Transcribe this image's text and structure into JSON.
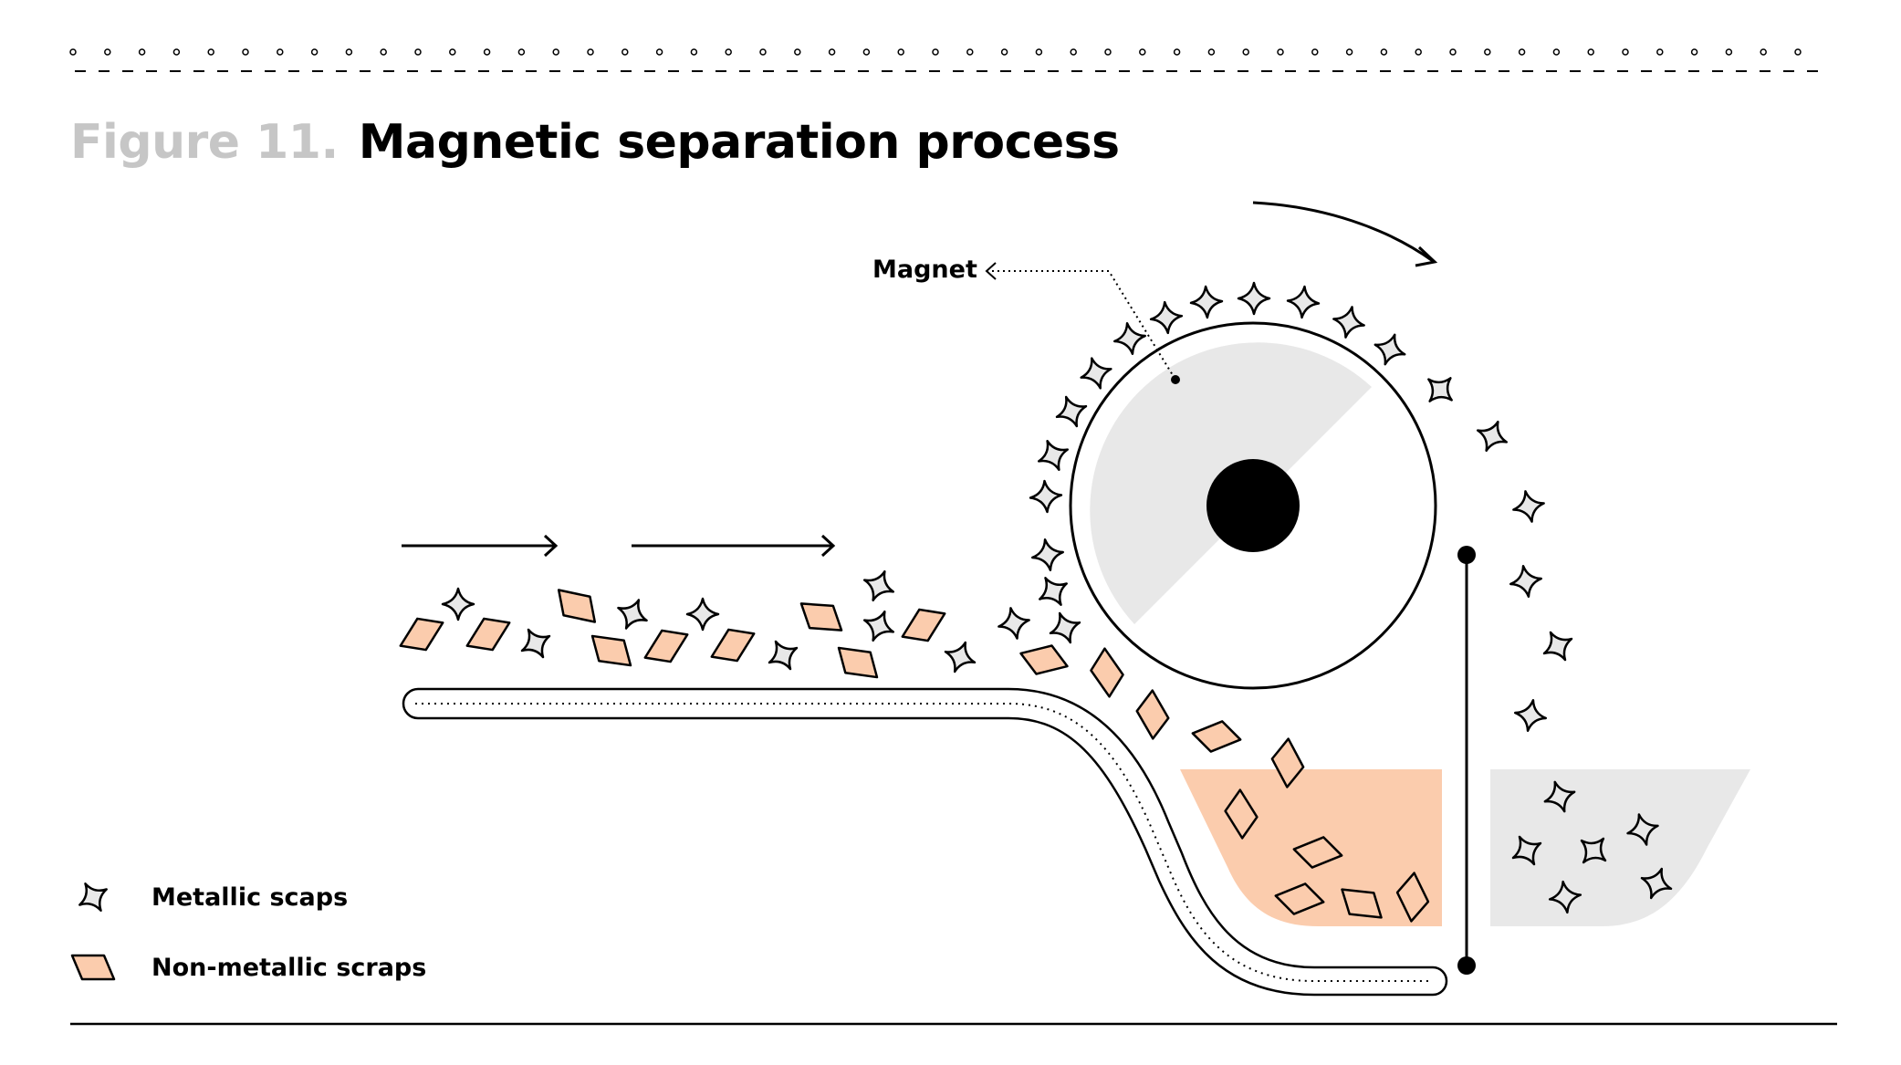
{
  "figure": {
    "number": "Figure 11.",
    "title": "Magnetic separation process"
  },
  "labels": {
    "magnet": "Magnet"
  },
  "legend": [
    {
      "icon": "metallic-scrap-icon",
      "label": "Metallic scaps"
    },
    {
      "icon": "non-metallic-scrap-icon",
      "label": "Non-metallic scraps"
    }
  ],
  "colors": {
    "ink": "#000000",
    "title_gray": "#c6c6c6",
    "metal_fill": "#e8e8e8",
    "nonmetal_fill": "#fbccad",
    "magnet_fill": "#e8e8e8"
  }
}
